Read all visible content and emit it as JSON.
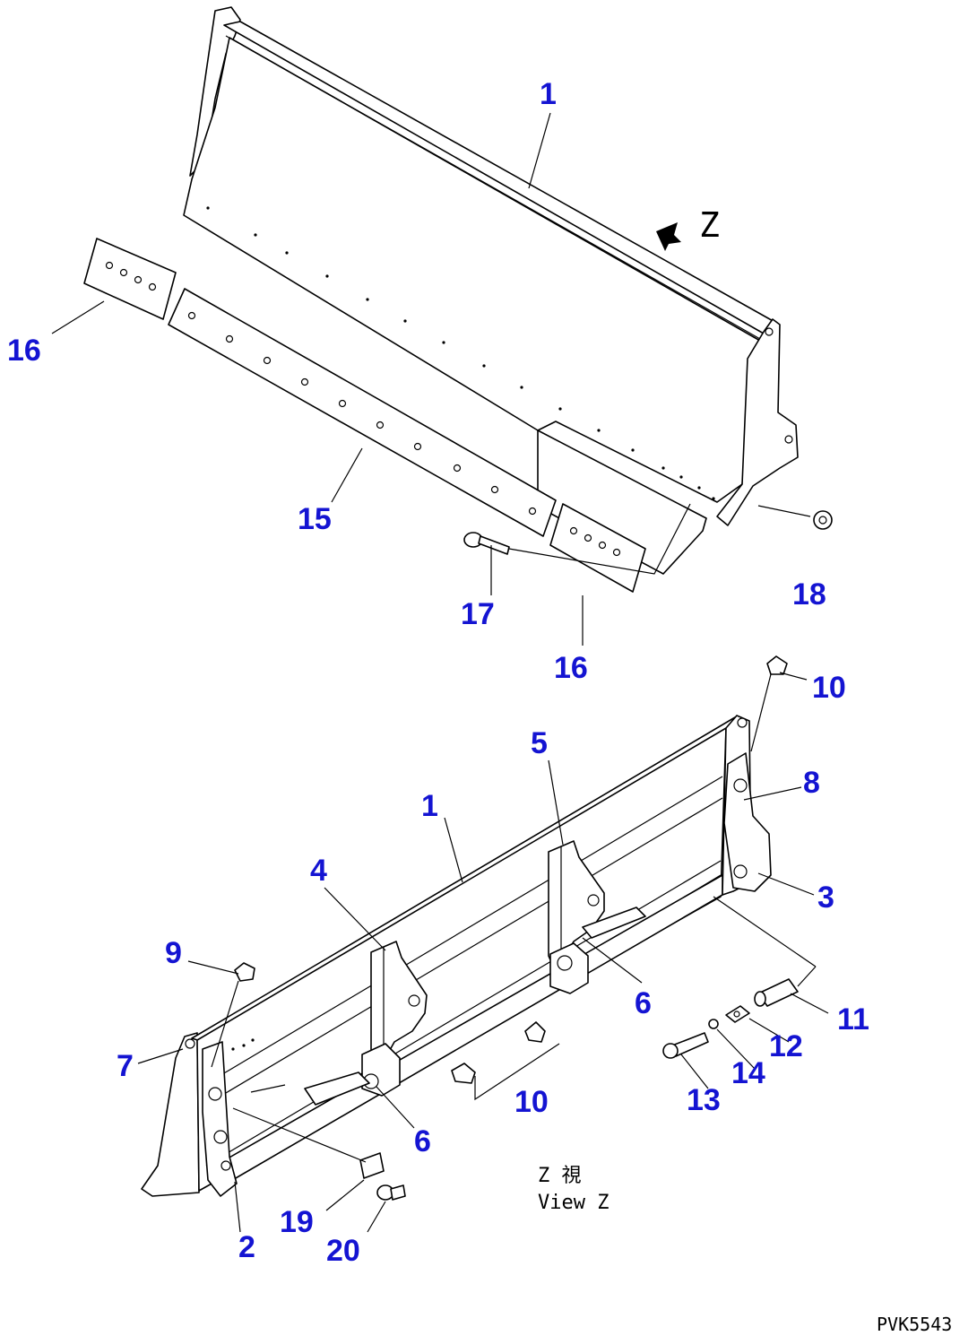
{
  "view_marker": "Z",
  "view_caption": {
    "line1": "Z 視",
    "line2": "View Z"
  },
  "code": "PVK5543",
  "callouts": [
    {
      "id": "c1-top",
      "text": "1"
    },
    {
      "id": "c16-left",
      "text": "16"
    },
    {
      "id": "c15",
      "text": "15"
    },
    {
      "id": "c17",
      "text": "17"
    },
    {
      "id": "c16-right",
      "text": "16"
    },
    {
      "id": "c18",
      "text": "18"
    },
    {
      "id": "c10-top",
      "text": "10"
    },
    {
      "id": "c5",
      "text": "5"
    },
    {
      "id": "c8",
      "text": "8"
    },
    {
      "id": "c1-bottom",
      "text": "1"
    },
    {
      "id": "c4",
      "text": "4"
    },
    {
      "id": "c3",
      "text": "3"
    },
    {
      "id": "c9",
      "text": "9"
    },
    {
      "id": "c6-right",
      "text": "6"
    },
    {
      "id": "c11",
      "text": "11"
    },
    {
      "id": "c7",
      "text": "7"
    },
    {
      "id": "c12",
      "text": "12"
    },
    {
      "id": "c10-bottom",
      "text": "10"
    },
    {
      "id": "c14",
      "text": "14"
    },
    {
      "id": "c6-left",
      "text": "6"
    },
    {
      "id": "c13",
      "text": "13"
    },
    {
      "id": "c19",
      "text": "19"
    },
    {
      "id": "c2",
      "text": "2"
    },
    {
      "id": "c20",
      "text": "20"
    }
  ]
}
